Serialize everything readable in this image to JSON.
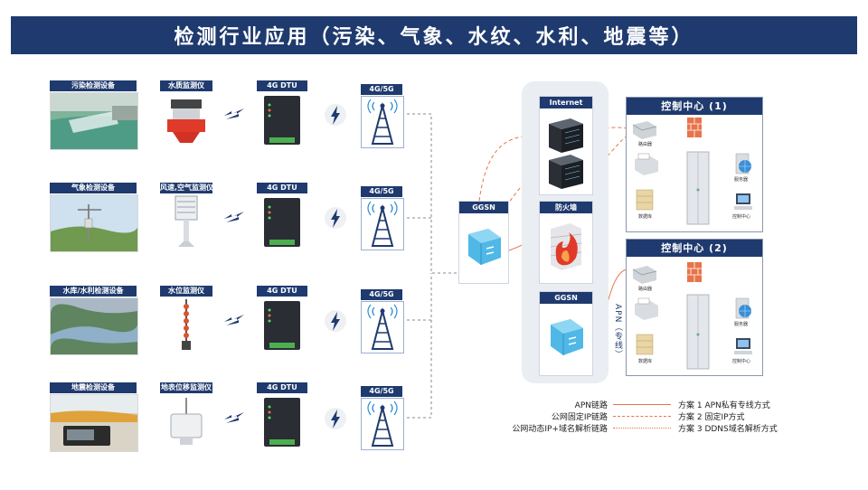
{
  "title": "检测行业应用（污染、气象、水纹、水利、地震等）",
  "rows": [
    {
      "device": "污染检测设备",
      "instrument": "水质监测仪",
      "dtu": "4G DTU",
      "net": "4G/5G"
    },
    {
      "device": "气象检测设备",
      "instrument": "风速,空气监测仪",
      "dtu": "4G DTU",
      "net": "4G/5G"
    },
    {
      "device": "水库/水利检测设备",
      "instrument": "水位监测仪",
      "dtu": "4G DTU",
      "net": "4G/5G"
    },
    {
      "device": "地震检测设备",
      "instrument": "地表位移监测仪",
      "dtu": "4G DTU",
      "net": "4G/5G"
    }
  ],
  "ggsn_left": "GGSN",
  "internet": "Internet",
  "firewall": "防火墙",
  "ggsn_right": "GGSN",
  "apn_label": "APN（专线）",
  "control_centers": [
    {
      "title": "控制中心 (1)",
      "router": "路由器",
      "server": "服务器",
      "database": "数据库",
      "client": "控制中心"
    },
    {
      "title": "控制中心 (2)",
      "router": "路由器",
      "server": "服务器",
      "database": "数据库",
      "client": "控制中心"
    }
  ],
  "legend": [
    {
      "name": "APN链路",
      "desc": "方案 1 APN私有专线方式",
      "color": "#e8744b"
    },
    {
      "name": "公网固定IP链路",
      "desc": "方案 2 固定IP方式",
      "color": "#e8744b"
    },
    {
      "name": "公网动态IP+域名解析链路",
      "desc": "方案 3 DDNS域名解析方式",
      "color": "#e8744b"
    }
  ],
  "colors": {
    "brand": "#1f3a6e",
    "accent": "#e8744b",
    "link": "#8a8a8a"
  }
}
